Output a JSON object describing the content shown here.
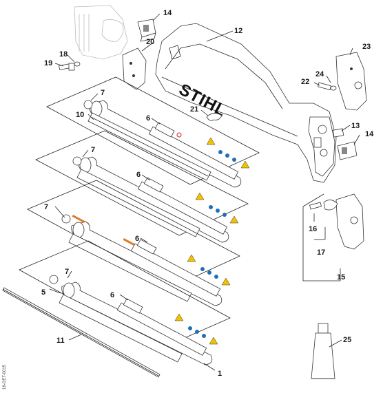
{
  "brand": "STIHL",
  "drawing_code": "18-GET-0015",
  "callouts": {
    "c1": "1",
    "c5": "5",
    "c6a": "6",
    "c6b": "6",
    "c6c": "6",
    "c6d": "6",
    "c7a": "7",
    "c7b": "7",
    "c7c": "7",
    "c7d": "7",
    "c10": "10",
    "c11": "11",
    "c12": "12",
    "c13": "13",
    "c14a": "14",
    "c14b": "14",
    "c15": "15",
    "c16": "16",
    "c17": "17",
    "c18": "18",
    "c19": "19",
    "c20": "20",
    "c21": "21",
    "c22": "22",
    "c23": "23",
    "c24": "24",
    "c25": "25"
  },
  "colors": {
    "line": "#222222",
    "accent_orange": "#e07a20",
    "sticker_blue": "#1f6fb5",
    "warning_yellow": "#f2c200",
    "warning_red": "#d32020"
  }
}
